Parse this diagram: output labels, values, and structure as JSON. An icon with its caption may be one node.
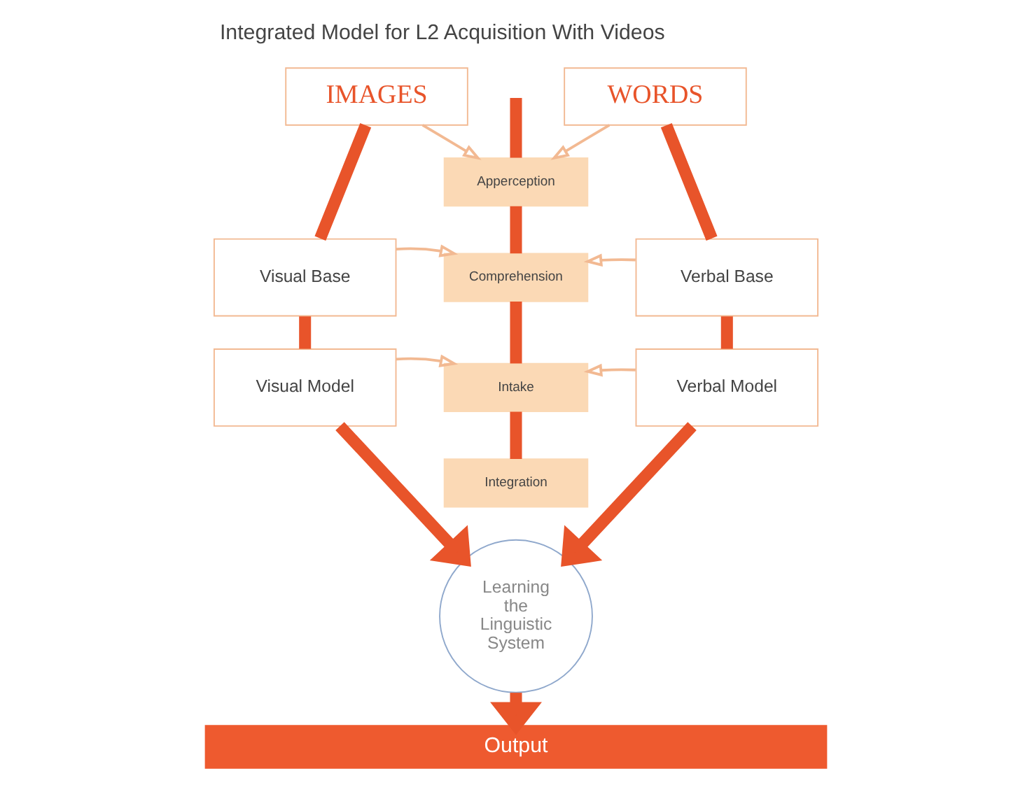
{
  "diagram": {
    "title": "Integrated Model for L2 Acquisition With Videos",
    "nodes": [
      {
        "text": [
          "IMAGES"
        ]
      },
      {
        "text": [
          "WORDS"
        ]
      },
      {
        "text": [
          "Apperception"
        ]
      },
      {
        "text": [
          "Visual Base"
        ]
      },
      {
        "text": [
          "Comprehension"
        ]
      },
      {
        "text": [
          "Verbal Base"
        ]
      },
      {
        "text": [
          "Visual Model"
        ]
      },
      {
        "text": [
          "Intake"
        ]
      },
      {
        "text": [
          "Verbal Model"
        ]
      },
      {
        "text": [
          "Integration"
        ]
      },
      {
        "text": [
          "Learning the Linguistic System"
        ]
      },
      {
        "text": [
          "Output"
        ]
      }
    ],
    "edges": [
      {
        "from": null,
        "to": 2,
        "arrow": "none"
      },
      {
        "from": 0,
        "to": 2,
        "arrow": "to",
        "color": "#f2b992"
      },
      {
        "from": 1,
        "to": 2,
        "arrow": "to",
        "color": "#f2b992"
      },
      {
        "from": 2,
        "to": 4,
        "arrow": "none"
      },
      {
        "from": 3,
        "to": 4,
        "arrow": "to",
        "color": "#f2b992"
      },
      {
        "from": 5,
        "to": 4,
        "arrow": "to",
        "color": "#f2b992"
      },
      {
        "from": 4,
        "to": 7,
        "arrow": "none"
      },
      {
        "from": 6,
        "to": 7,
        "arrow": "to",
        "color": "#f2b992"
      },
      {
        "from": 8,
        "to": 7,
        "arrow": "to",
        "color": "#f2b992"
      },
      {
        "from": 7,
        "to": 9,
        "arrow": "none"
      },
      {
        "from": 0,
        "to": 3,
        "arrow": "none"
      },
      {
        "from": 3,
        "to": 6,
        "arrow": "none"
      },
      {
        "from": 1,
        "to": 5,
        "arrow": "none"
      },
      {
        "from": 5,
        "to": 8,
        "arrow": "none"
      },
      {
        "from": 6,
        "to": 10,
        "arrow": "to"
      },
      {
        "from": 8,
        "to": 10,
        "arrow": "to"
      },
      {
        "from": 10,
        "to": 11,
        "arrow": "to"
      }
    ]
  }
}
